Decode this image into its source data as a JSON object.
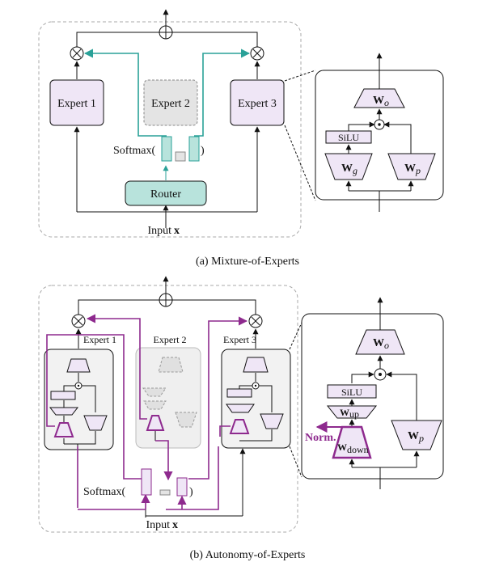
{
  "top": {
    "caption": "(a) Mixture-of-Experts",
    "experts": [
      "Expert 1",
      "Expert 2",
      "Expert 3"
    ],
    "softmax_label": "Softmax(",
    "softmax_close": ")",
    "router_label": "Router",
    "input_prefix": "Input ",
    "input_var": "x",
    "detail": {
      "wo": "W",
      "wo_sub": "o",
      "silu": "SiLU",
      "wg": "W",
      "wg_sub": "g",
      "wp": "W",
      "wp_sub": "p"
    }
  },
  "bottom": {
    "caption": "(b) Autonomy-of-Experts",
    "experts": [
      "Expert 1",
      "Expert 2",
      "Expert 3"
    ],
    "softmax_label": "Softmax(",
    "softmax_close": ")",
    "input_prefix": "Input ",
    "input_var": "x",
    "detail": {
      "wo": "W",
      "wo_sub": "o",
      "silu": "SiLU",
      "wup": "W",
      "wup_sub": "up",
      "norm": "Norm.",
      "wdown": "W",
      "wdown_sub": "down",
      "wp": "W",
      "wp_sub": "p"
    }
  },
  "colors": {
    "teal": "#2aa198",
    "teal_fill": "#b8e3dc",
    "purple": "#8e2a8e",
    "expert_fill": "#efe6f6",
    "gray_fill": "#e4e4e4"
  }
}
